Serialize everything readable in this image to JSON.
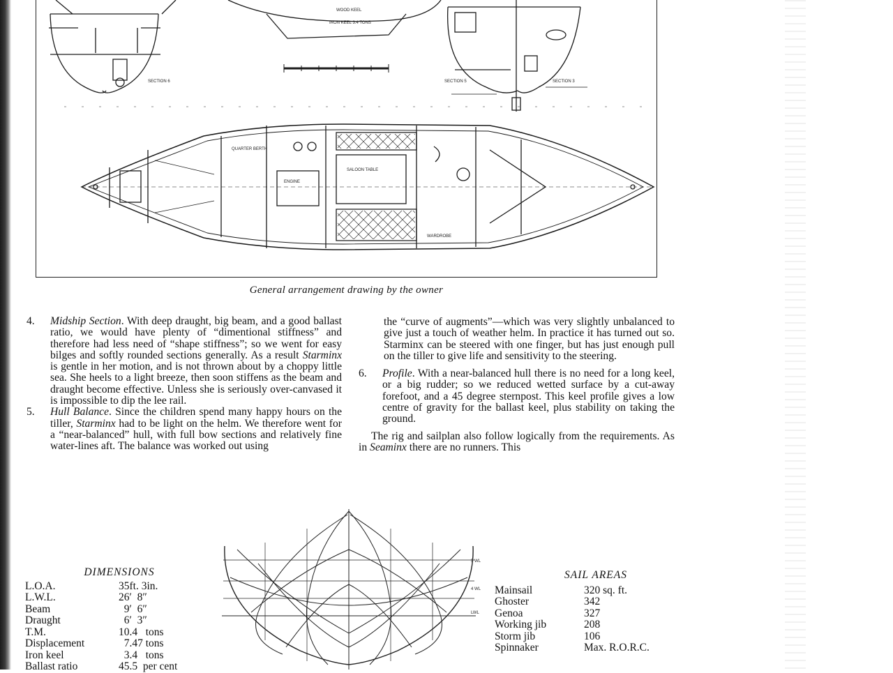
{
  "drawing": {
    "caption": "General arrangement drawing by the owner",
    "labels": {
      "iron_keel": "IRON KEEL 3.4 TONS",
      "wood_keel": "WOOD KEEL",
      "section_6": "SECTION 6",
      "section_5": "SECTION 5",
      "section_3": "SECTION 3",
      "quarter_berth": "QUARTER BERTH",
      "engine": "ENGINE",
      "saloon_table": "SALOON TABLE",
      "wardrobe": "WARDROBE"
    }
  },
  "article": {
    "item4": {
      "num": "4.",
      "title": "Midship Section",
      "text_a": ". With deep draught, big beam, and a good ballast ratio, we would have plenty of “dimentional stiffness” and therefore had less need of “shape stiffness”; so we went for easy bilges and softly rounded sections generally. As a result ",
      "boat": "Starminx",
      "text_b": " is gentle in her motion, and is not thrown about by a choppy little sea. She heels to a light breeze, then soon stiffens as the beam and draught become effective. Unless she is seriously over-canvased it is impossible to dip the lee rail."
    },
    "item5": {
      "num": "5.",
      "title": "Hull Balance",
      "text_a": ". Since the children spend many happy hours on the tiller, ",
      "boat": "Starminx",
      "text_b": " had to be light on the helm. We therefore went for a “near-balanced” hull, with full bow sections and relatively fine water-lines aft. The balance was worked out using",
      "continuation": "the “curve of augments”—which was very slightly unbalanced to give just a touch of weather helm. In practice it has turned out so. Starminx can be steered with one finger, but has just enough pull on the tiller to give life and sensitivity to the steering."
    },
    "item6": {
      "num": "6.",
      "title": "Profile",
      "text": ". With a near-balanced hull there is no need for a long keel, or a big rudder; so we reduced wetted surface by a cut-away forefoot, and a 45 degree sternpost. This keel profile gives a low centre of gravity for the ballast keel, plus stability on taking the ground."
    },
    "closing": {
      "text_a": "The rig and sailplan also follow logically from the requirements. As in ",
      "boat": "Seaminx",
      "text_b": " there are no runners. This"
    }
  },
  "dimensions": {
    "title": "DIMENSIONS",
    "rows": [
      {
        "label": "L.O.A.",
        "value": "35ft. 3in."
      },
      {
        "label": "L.W.L.",
        "value": "26′  8″"
      },
      {
        "label": "Beam",
        "value": "  9′  6″"
      },
      {
        "label": "Draught",
        "value": "  6′  3″"
      },
      {
        "label": "T.M.",
        "value": "10.4   tons"
      },
      {
        "label": "Displacement",
        "value": "  7.47 tons"
      },
      {
        "label": "Iron keel",
        "value": "  3.4   tons"
      },
      {
        "label": "Ballast ratio",
        "value": "45.5  per cent"
      }
    ]
  },
  "sail_areas": {
    "title": "SAIL  AREAS",
    "rows": [
      {
        "label": "Mainsail",
        "value": "320 sq. ft."
      },
      {
        "label": "Ghoster",
        "value": "342"
      },
      {
        "label": "Genoa",
        "value": "327"
      },
      {
        "label": "Working jib",
        "value": "208"
      },
      {
        "label": "Storm jib",
        "value": "106"
      },
      {
        "label": "Spinnaker",
        "value": "Max. R.O.R.C."
      }
    ]
  }
}
